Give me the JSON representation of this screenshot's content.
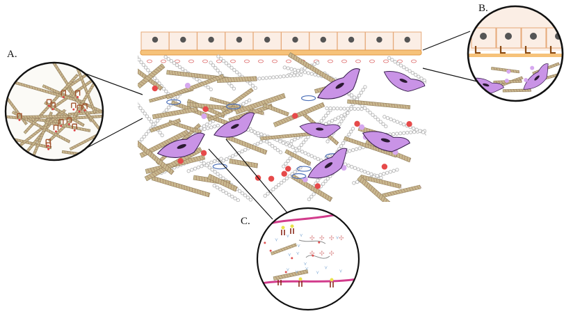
{
  "labels": {
    "a": "A.",
    "b": "B.",
    "c": "C."
  },
  "colors": {
    "cell_fill": "#fbeee5",
    "cell_stroke": "#e6a878",
    "nucleus": "#555555",
    "basement_membrane": "#f6c27a",
    "collagen_fiber": "#c8b88e",
    "fiber_stripe": "#9a6a5a",
    "fibroblast": "#c993e6",
    "fibroblast_stroke": "#3a2050",
    "red_dot": "#e64a4a",
    "lilac_dot": "#d6a8ef",
    "magenta_membrane": "#d23c8c",
    "chain_bead": "#bcbcbc",
    "blue_ring": "#4b6fb8"
  }
}
